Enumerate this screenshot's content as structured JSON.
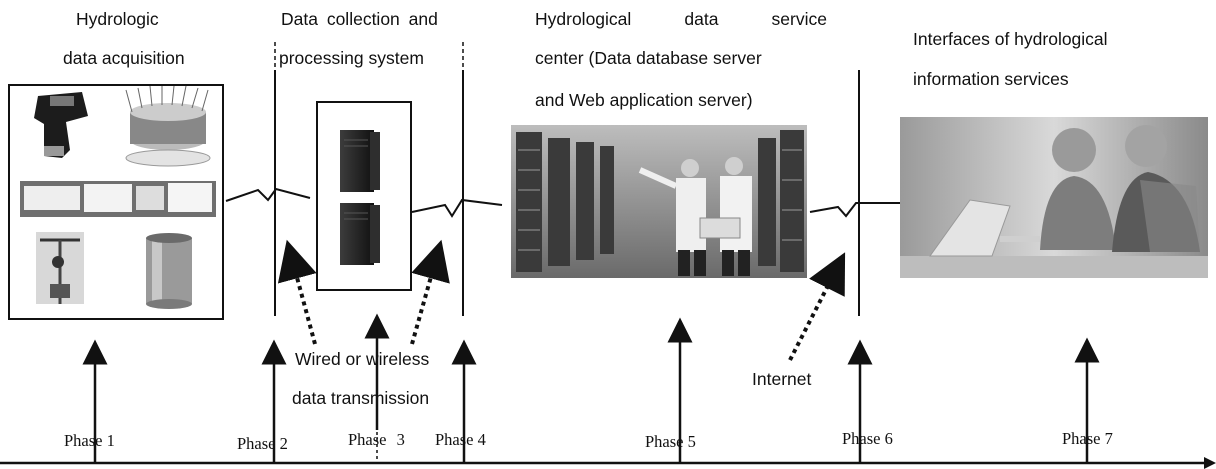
{
  "headings": {
    "acquisition": [
      "Hydrologic",
      "data acquisition"
    ],
    "collection": [
      "Data collection and",
      "processing system"
    ],
    "service_center": [
      "Hydrological data service",
      "center (Data database server",
      "and Web application server)"
    ],
    "interfaces": [
      "Interfaces of hydrological",
      "information services"
    ]
  },
  "annotations": {
    "transmission": [
      "Wired or wireless",
      "data transmission"
    ],
    "internet": "Internet"
  },
  "phases": [
    "Phase 1",
    "Phase 2",
    "Phase 3",
    "Phase 4",
    "Phase 5",
    "Phase 6",
    "Phase 7"
  ],
  "colors": {
    "ink": "#111111",
    "photo_dark": "#2a2a2a",
    "photo_mid": "#8a8a8a",
    "photo_light": "#d6d6d6"
  }
}
